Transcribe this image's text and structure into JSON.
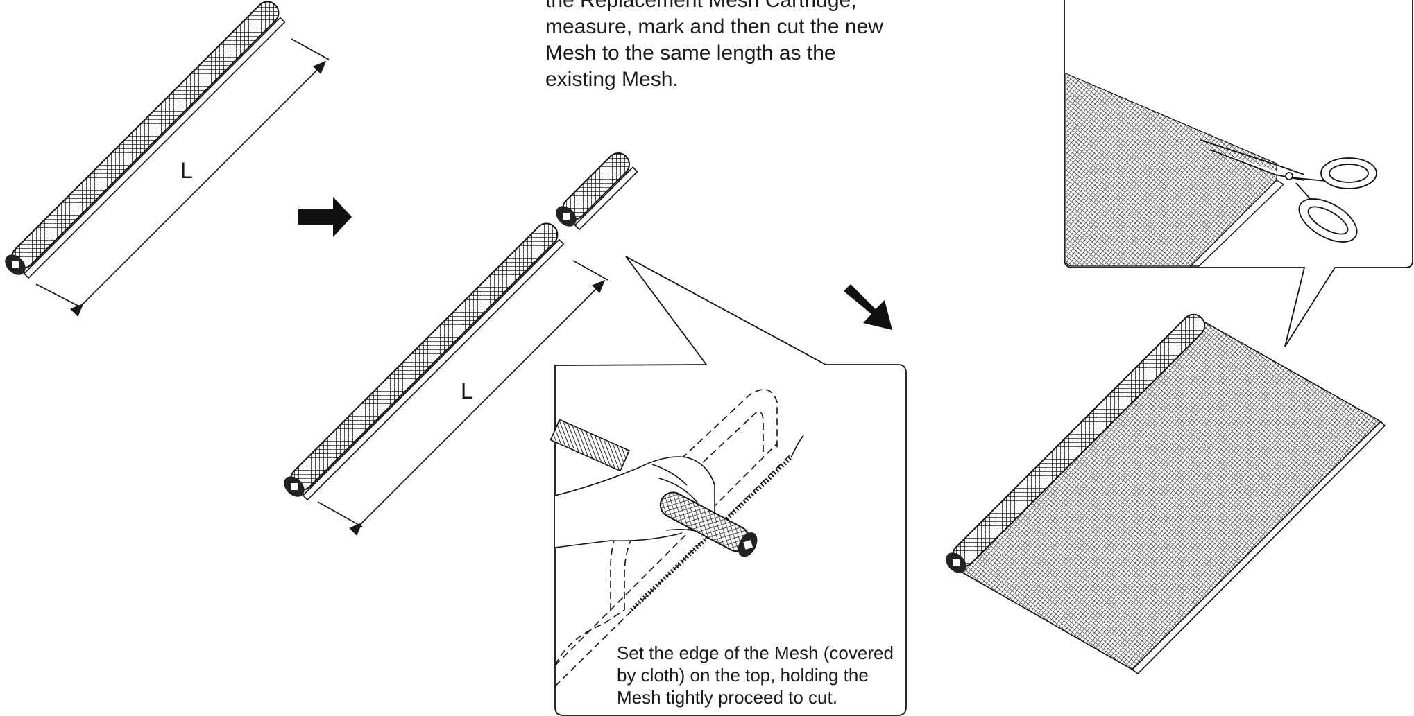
{
  "instructions": {
    "intro_lines": [
      "the Replacement Mesh Cartridge,",
      "measure, mark and then cut the new",
      "Mesh to the same length as the",
      "existing Mesh."
    ],
    "caption_lines": [
      "Set the edge of the Mesh (covered",
      "by cloth) on the top, holding the",
      "Mesh tightly proceed to cut."
    ]
  },
  "dimensions": {
    "length_label_1": "L",
    "length_label_2": "L"
  },
  "colors": {
    "ink": "#1a1a1a",
    "mesh": "#2b2b2b",
    "background": "#ffffff"
  },
  "icons": [
    "arrow-right-icon",
    "arrow-down-right-icon",
    "scissors-icon",
    "hacksaw-icon",
    "hand-icon"
  ]
}
